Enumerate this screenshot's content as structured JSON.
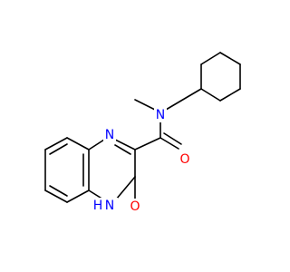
{
  "colors": {
    "background": "#ffffff",
    "bond": "#000000",
    "nitrogen": "#0000ff",
    "oxygen": "#ff0000",
    "hydrogen": "#0000ff"
  },
  "atoms": {
    "amide_n": {
      "element": "N",
      "label": "N"
    },
    "amide_o": {
      "element": "O",
      "label": "O"
    },
    "ring_n_top": {
      "element": "N",
      "label": "N"
    },
    "ring_nh": {
      "element": "N",
      "label": "N"
    },
    "ring_nh_h": {
      "element": "H",
      "label": "H"
    },
    "hydroxy_o": {
      "element": "O",
      "label": "O"
    }
  }
}
